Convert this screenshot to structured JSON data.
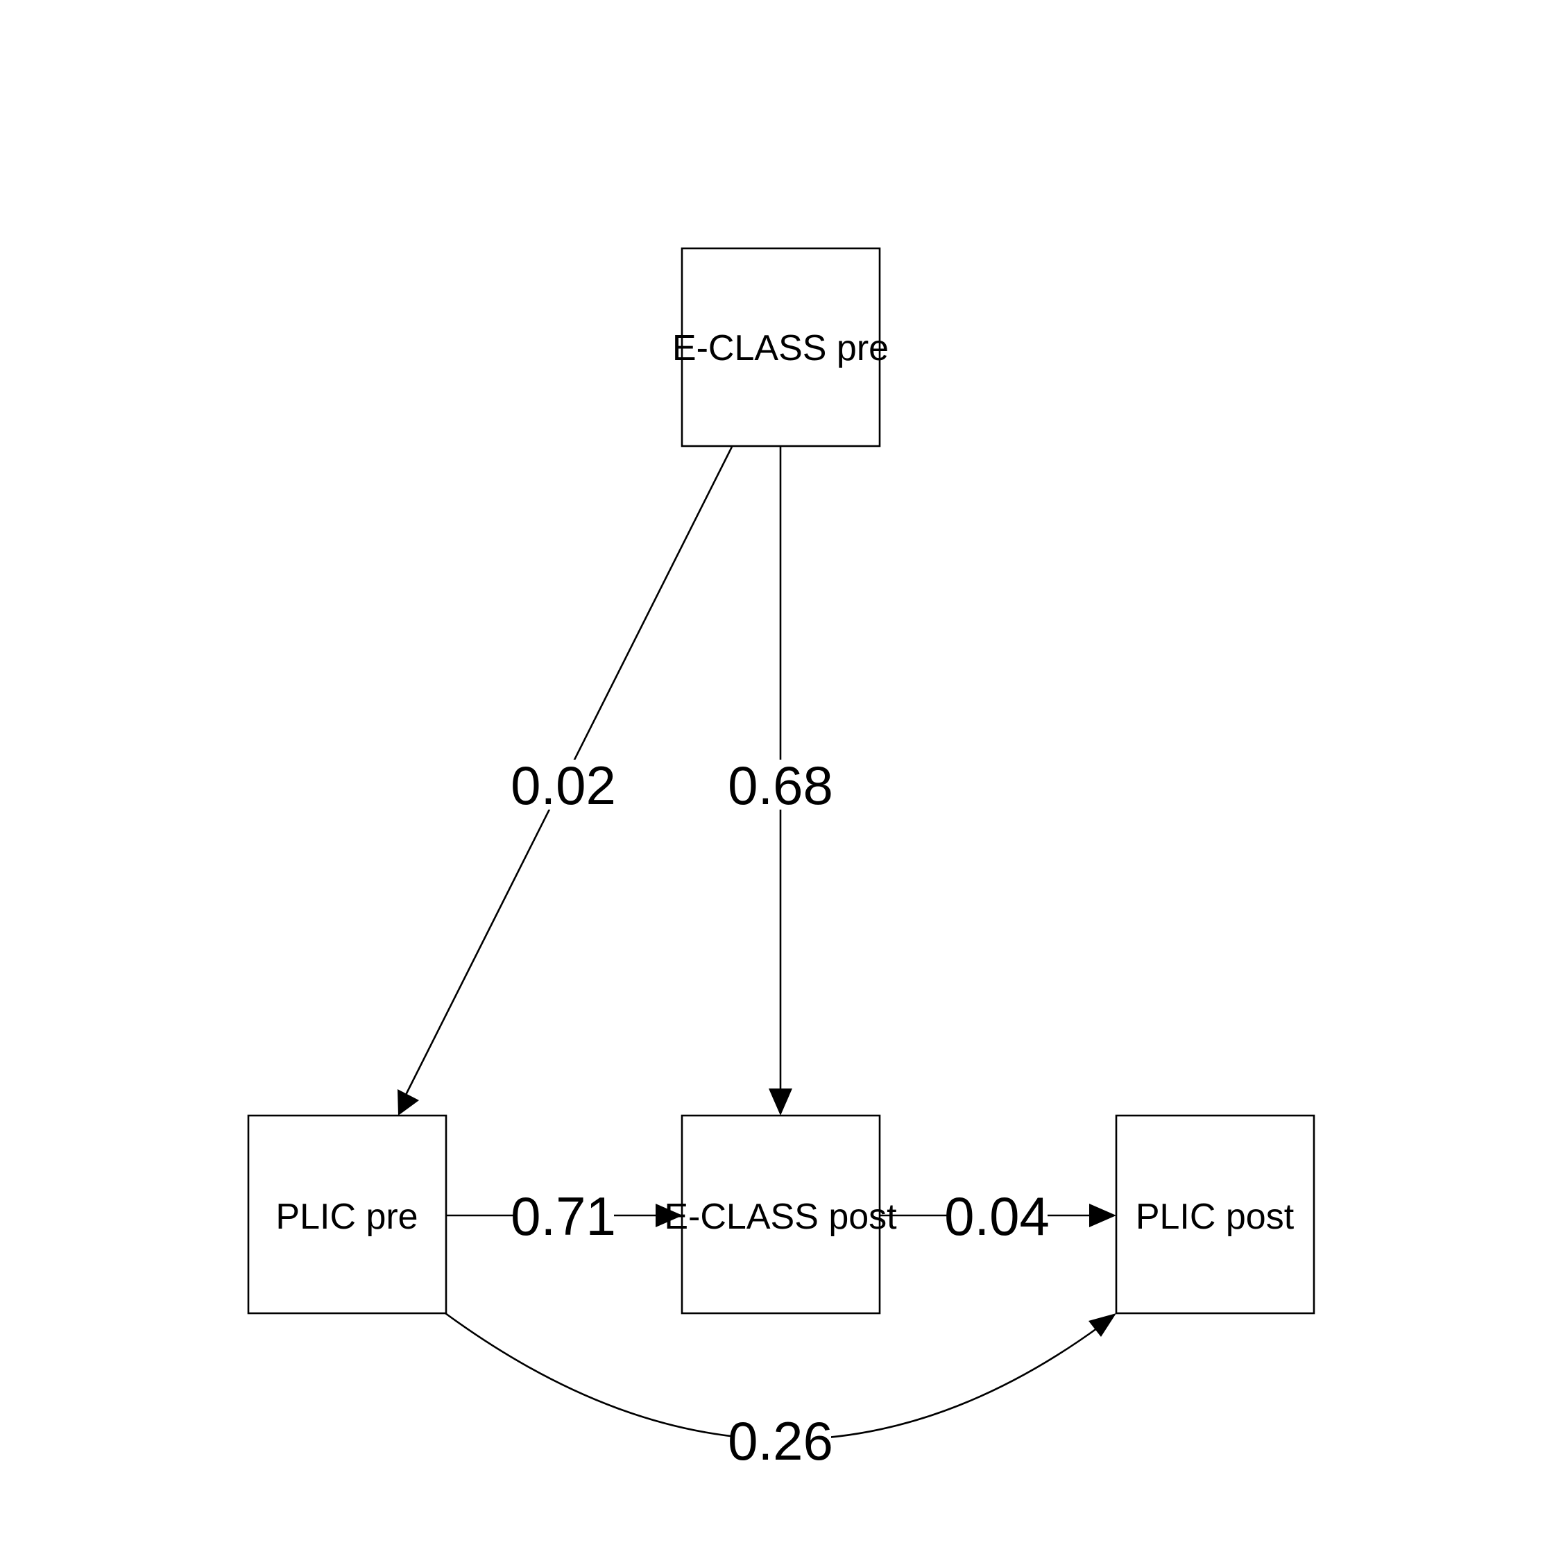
{
  "diagram": {
    "nodes": {
      "eclass_pre": "E-CLASS pre",
      "plic_pre": "PLIC pre",
      "eclass_post": "E-CLASS post",
      "plic_post": "PLIC post"
    },
    "edges": {
      "eclass_pre_to_plic_pre": "0.02",
      "eclass_pre_to_eclass_post": "0.68",
      "plic_pre_to_eclass_post": "0.71",
      "eclass_post_to_plic_post": "0.04",
      "plic_pre_to_plic_post": "0.26"
    },
    "colors": {
      "stroke": "#000000",
      "background": "#ffffff"
    }
  }
}
